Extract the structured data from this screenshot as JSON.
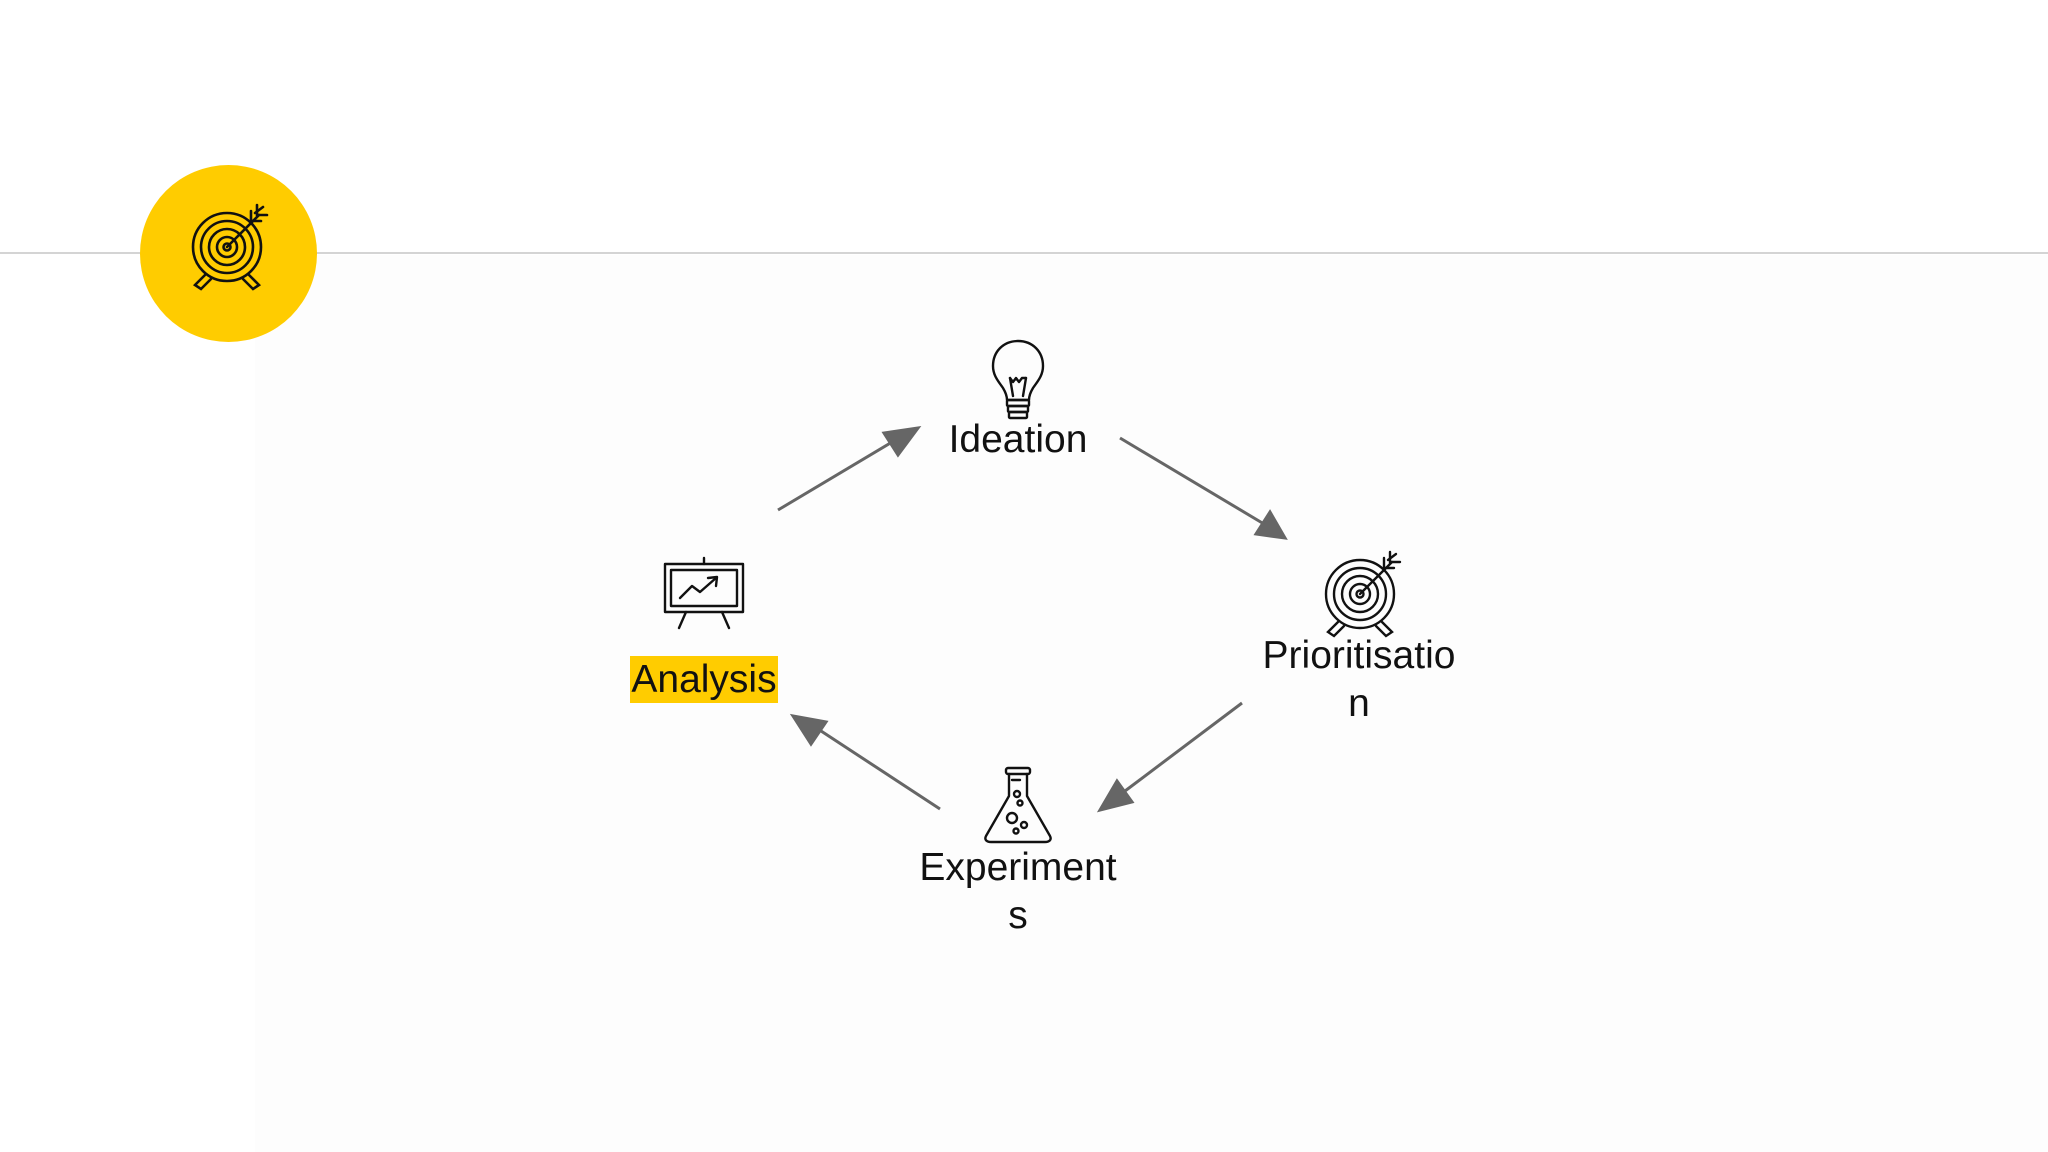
{
  "badge": {
    "icon": "target-icon",
    "color": "#ffcc00"
  },
  "cycle": {
    "ideation": {
      "label": "Ideation",
      "icon": "lightbulb-icon"
    },
    "prioritisation": {
      "line1": "Prioritisatio",
      "line2": "n",
      "icon": "target-icon"
    },
    "experiments": {
      "line1": "Experiment",
      "line2": "s",
      "icon": "flask-icon"
    },
    "analysis": {
      "label": "Analysis",
      "icon": "presentation-chart-icon",
      "highlight": "#ffcc00"
    }
  },
  "arrow_color": "#666666"
}
